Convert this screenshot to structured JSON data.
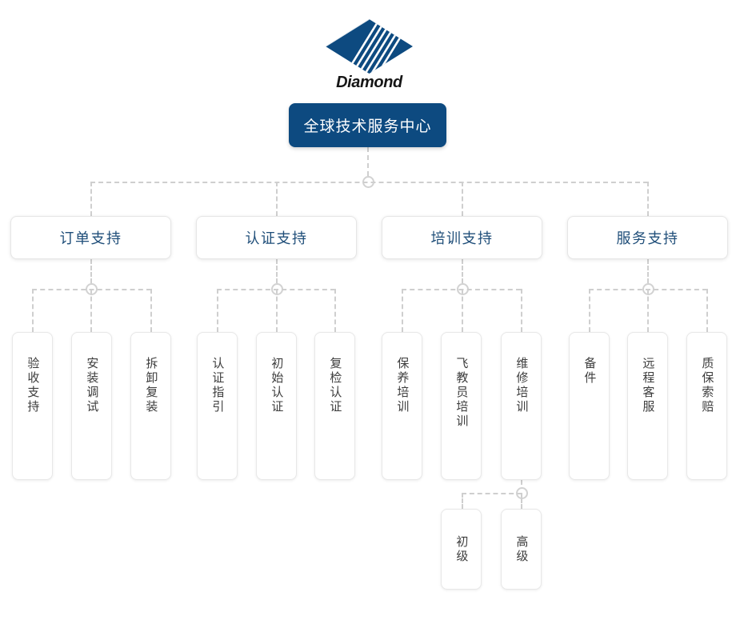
{
  "brand": {
    "wordmark": "Diamond",
    "logo_icon": "diamond-logo-icon",
    "logo_color": "#0d4a80"
  },
  "colors": {
    "root_fill": "#0d4a80",
    "root_text": "#ffffff",
    "branch_text": "#1f4e79",
    "leaf_text": "#3d3d3d",
    "connector": "#cfcfcf",
    "box_border": "#e6e6e6"
  },
  "chart_data": {
    "type": "tree",
    "title": "全球技术服务中心",
    "levels": 4,
    "orientation": "top-down"
  },
  "root": {
    "label": "全球技术服务中心"
  },
  "branches": [
    {
      "id": "order-support",
      "label": "订单支持",
      "children": [
        {
          "id": "acceptance-support",
          "label": "验收支持"
        },
        {
          "id": "installation-commissioning",
          "label": "安装调试"
        },
        {
          "id": "disassembly-reassembly",
          "label": "拆卸复装"
        }
      ]
    },
    {
      "id": "certification-support",
      "label": "认证支持",
      "children": [
        {
          "id": "certification-guidance",
          "label": "认证指引"
        },
        {
          "id": "initial-certification",
          "label": "初始认证"
        },
        {
          "id": "recheck-certification",
          "label": "复检认证"
        }
      ]
    },
    {
      "id": "training-support",
      "label": "培训支持",
      "children": [
        {
          "id": "maintenance-training",
          "label": "保养培训"
        },
        {
          "id": "flight-instructor-training",
          "label": "飞教员培训"
        },
        {
          "id": "repair-training",
          "label": "维修培训",
          "children": [
            {
              "id": "repair-training-basic",
              "label": "初级"
            },
            {
              "id": "repair-training-advanced",
              "label": "高级"
            }
          ]
        }
      ]
    },
    {
      "id": "service-support",
      "label": "服务支持",
      "children": [
        {
          "id": "spare-parts",
          "label": "备件"
        },
        {
          "id": "remote-customer-service",
          "label": "远程客服"
        },
        {
          "id": "warranty-claim",
          "label": "质保索赔"
        }
      ]
    }
  ]
}
